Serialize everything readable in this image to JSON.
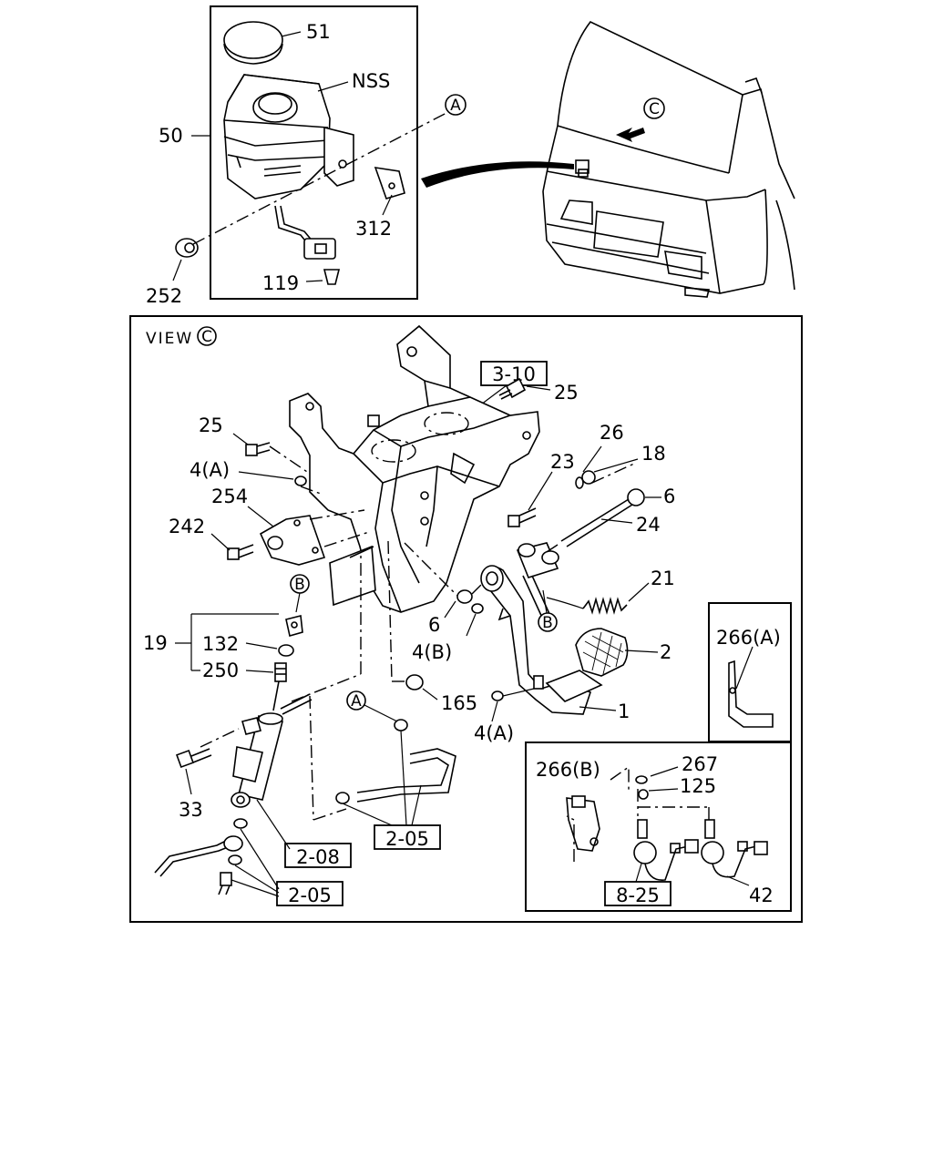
{
  "view_label": "VIEW",
  "circle_letters": {
    "a": "A",
    "b": "B",
    "c": "C"
  },
  "parts": {
    "p51": "51",
    "nss": "NSS",
    "p50": "50",
    "p312": "312",
    "p252": "252",
    "p119": "119",
    "p25a": "25",
    "p25b": "25",
    "p26": "26",
    "p18": "18",
    "p23": "23",
    "p6a": "6",
    "p24": "24",
    "p4a1": "4(A)",
    "p254": "254",
    "p242": "242",
    "p21": "21",
    "p6b": "6",
    "p4b": "4(B)",
    "p2": "2",
    "p19": "19",
    "p132": "132",
    "p250": "250",
    "p165": "165",
    "p1": "1",
    "p4a2": "4(A)",
    "p33": "33",
    "p266a": "266(A)",
    "p266b": "266(B)",
    "p267": "267",
    "p125": "125",
    "p42": "42"
  },
  "refs": {
    "r310": "3-10",
    "r208": "2-08",
    "r205a": "2-05",
    "r205b": "2-05",
    "r825": "8-25"
  }
}
